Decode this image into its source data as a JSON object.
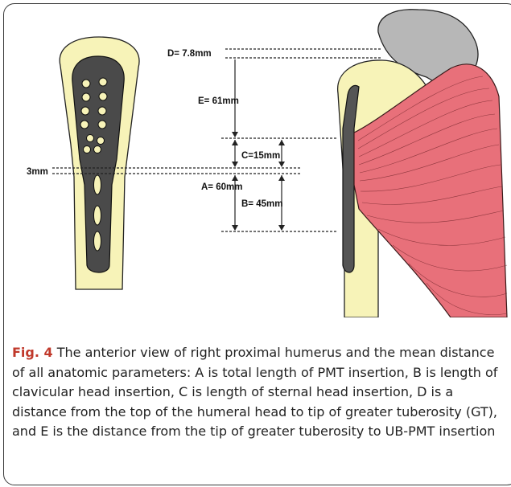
{
  "figure": {
    "labels": {
      "d": "D= 7.8mm",
      "e": "E= 61mm",
      "c": "C=15mm",
      "a": "A= 60mm",
      "b": "B= 45mm",
      "gap": "3mm"
    }
  },
  "caption": {
    "label": "Fig. 4",
    "text": "The anterior view of right proximal humerus and the mean distance of all anatomic parameters: A is total length of PMT insertion, B is length of clavicular head insertion, C is length of sternal head insertion, D is a distance from the top of the humeral head to tip of greater tuberosity (GT), and E is the distance from the tip of greater tuberosity to UB-PMT insertion"
  },
  "colors": {
    "bone": "#f7f3b8",
    "plate": "#4d4d4d",
    "muscle": "#e8707a",
    "caption_label": "#c0392b"
  }
}
